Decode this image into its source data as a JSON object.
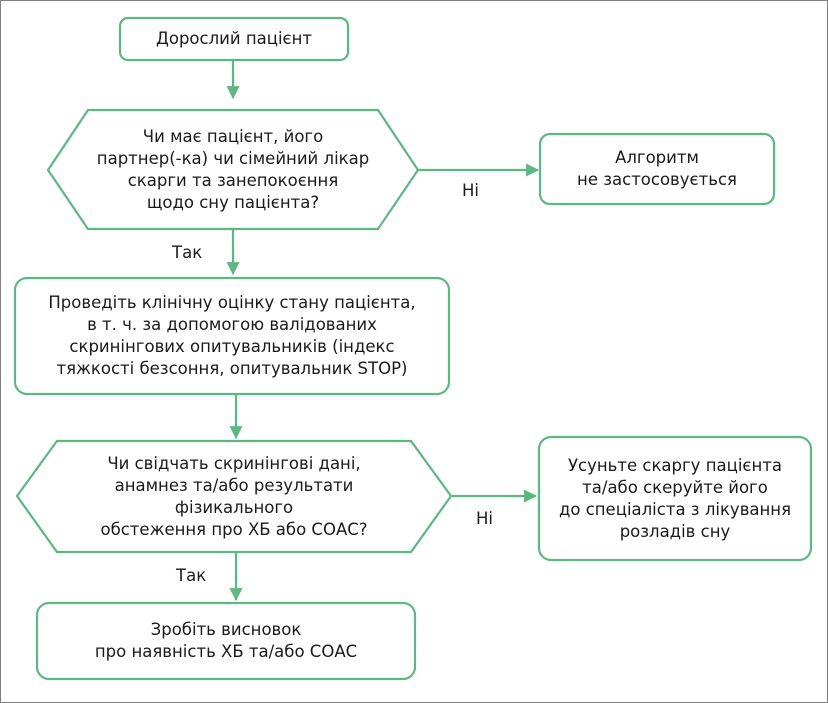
{
  "nodes": {
    "start": {
      "text": "Дорослий пацієнт"
    },
    "decision1": {
      "text": "Чи має пацієнт, його\nпартнер(-ка) чи сімейний лікар\nскарги та занепокоєння\nщодо сну пацієнта?"
    },
    "not_applicable": {
      "text": "Алгоритм\nне застосовується"
    },
    "assessment": {
      "text": "Проведіть клінічну оцінку стану пацієнта,\nв т. ч. за допомогою валідованих\nскринінгових опитувальників (індекс\nтяжкості безсоння, опитувальник STOP)"
    },
    "decision2": {
      "text": "Чи свідчать скринінгові дані,\nанамнез та/або результати фізикального\nобстеження про ХБ або СОАС?"
    },
    "refer": {
      "text": "Усуньте скаргу пацієнта\nта/або скеруйте його\nдо спеціаліста з лікування\nрозладів сну"
    },
    "conclusion": {
      "text": "Зробіть висновок\nпро наявність ХБ та/або СОАС"
    }
  },
  "edges": {
    "d1_no": "Ні",
    "d1_yes": "Так",
    "d2_no": "Ні",
    "d2_yes": "Так"
  },
  "colors": {
    "stroke": "#5cb881",
    "text": "#1a1a1a",
    "frame": "#7f7f7f"
  }
}
